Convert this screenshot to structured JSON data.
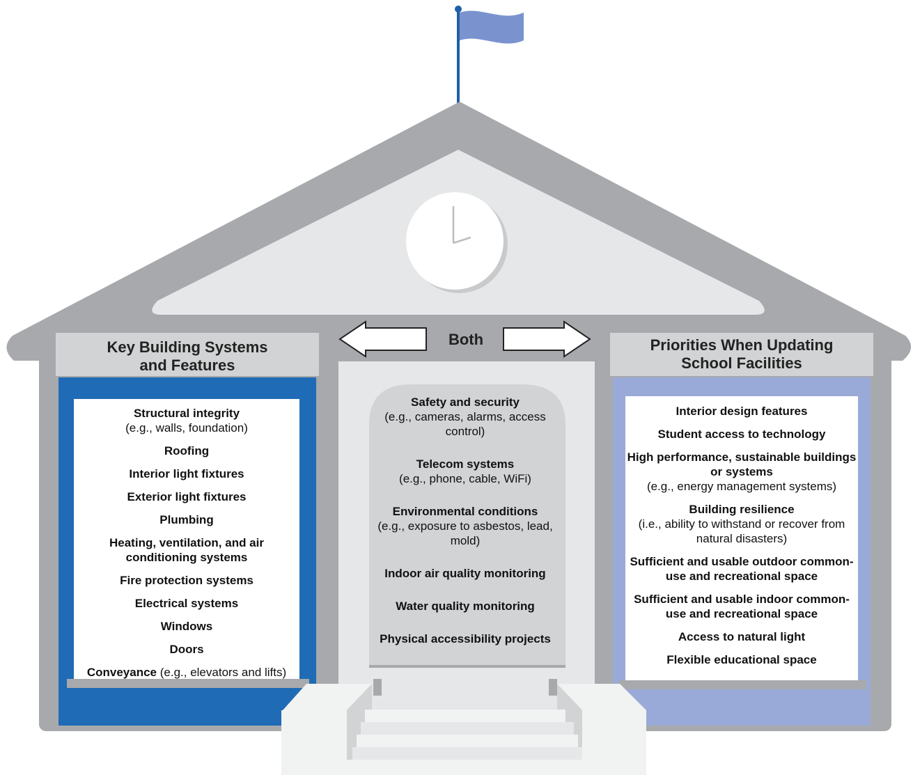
{
  "colors": {
    "roof": "#a7a9ac",
    "pediment": "#e6e7e8",
    "wall": "#a7a9ac",
    "left_panel": "#1f6bb5",
    "right_panel": "#9aaad8",
    "title_band": "#d1d3d4",
    "center_panel": "#e6e7e8",
    "flag": "#7a93cf",
    "flagpole": "#1f5fa8"
  },
  "icons": [
    "flag-icon",
    "clock-icon",
    "arrow-left-icon",
    "arrow-right-icon",
    "steps-icon"
  ],
  "left_panel": {
    "title_line1": "Key Building Systems",
    "title_line2": "and Features",
    "items": [
      {
        "title": "Structural integrity",
        "sub": "(e.g., walls, foundation)"
      },
      {
        "title": "Roofing"
      },
      {
        "title": "Interior light fixtures"
      },
      {
        "title": "Exterior light fixtures"
      },
      {
        "title": "Plumbing"
      },
      {
        "title": "Heating, ventilation, and air conditioning systems"
      },
      {
        "title": "Fire protection systems"
      },
      {
        "title": "Electrical systems"
      },
      {
        "title": "Windows"
      },
      {
        "title": "Doors"
      },
      {
        "title": "Conveyance",
        "inline_sub": " (e.g., elevators and lifts)"
      }
    ]
  },
  "center_panel": {
    "label": "Both",
    "items": [
      {
        "title": "Safety and security",
        "sub": "(e.g., cameras, alarms, access control)"
      },
      {
        "title": "Telecom systems",
        "sub": "(e.g., phone, cable, WiFi)"
      },
      {
        "title": "Environmental conditions",
        "sub": "(e.g., exposure to asbestos, lead, mold)"
      },
      {
        "title": "Indoor air quality monitoring"
      },
      {
        "title": "Water quality monitoring"
      },
      {
        "title": "Physical accessibility projects"
      }
    ]
  },
  "right_panel": {
    "title_line1": "Priorities When Updating",
    "title_line2": "School Facilities",
    "items": [
      {
        "title": "Interior design features"
      },
      {
        "title": "Student access to technology"
      },
      {
        "title": "High performance, sustainable buildings or systems",
        "sub": "(e.g., energy management systems)"
      },
      {
        "title": "Building resilience",
        "sub": "(i.e., ability to withstand or recover from natural disasters)"
      },
      {
        "title": "Sufficient and usable outdoor common-use and recreational space"
      },
      {
        "title": "Sufficient and usable indoor common-use and recreational space"
      },
      {
        "title": "Access to natural light"
      },
      {
        "title": "Flexible educational space"
      }
    ]
  }
}
